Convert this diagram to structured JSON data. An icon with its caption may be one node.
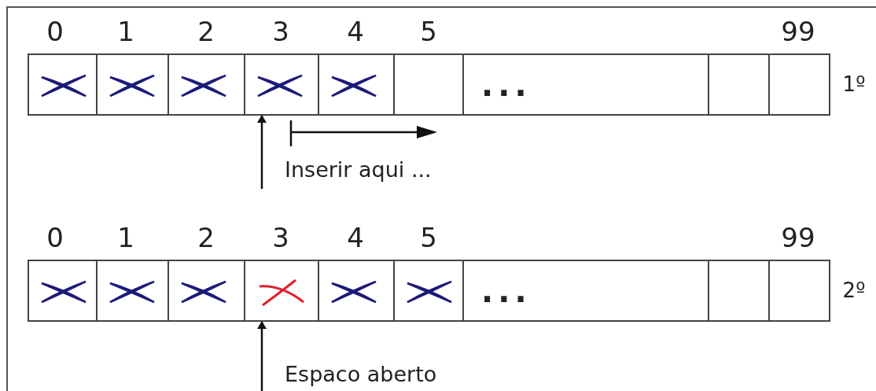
{
  "diagram": {
    "nodes": [
      {
        "text": [],
        "shape": "box"
      },
      {
        "text": [],
        "shape": "cross",
        "in": 0
      },
      {
        "text": [],
        "shape": "box"
      },
      {
        "text": [],
        "shape": "cross",
        "in": 2
      },
      {
        "text": [],
        "shape": "box"
      },
      {
        "text": [],
        "shape": "cross",
        "in": 4
      },
      {
        "text": [],
        "shape": "box"
      },
      {
        "text": [],
        "shape": "cross",
        "in": 6
      },
      {
        "text": [],
        "shape": "box"
      },
      {
        "text": [],
        "shape": "cross",
        "in": 8
      },
      {
        "text": [],
        "shape": "box"
      },
      {
        "text": [
          "..."
        ]
      },
      {
        "text": [],
        "shape": "box"
      },
      {
        "text": [],
        "shape": "box"
      },
      {
        "text": [
          "Inserir aqui ..."
        ]
      },
      {
        "text": [],
        "shape": "box"
      },
      {
        "text": [],
        "shape": "cross",
        "in": 15
      },
      {
        "text": [],
        "shape": "box"
      },
      {
        "text": [],
        "shape": "cross",
        "in": 17
      },
      {
        "text": [],
        "shape": "box"
      },
      {
        "text": [],
        "shape": "cross",
        "in": 19
      },
      {
        "text": [],
        "shape": "box"
      },
      {
        "text": [],
        "shape": "cross",
        "in": 21
      },
      {
        "text": [],
        "shape": "box"
      },
      {
        "text": [],
        "shape": "cross",
        "in": 23
      },
      {
        "text": [],
        "shape": "box"
      },
      {
        "text": [],
        "shape": "cross",
        "in": 25
      },
      {
        "text": [
          "..."
        ]
      },
      {
        "text": [],
        "shape": "box"
      },
      {
        "text": [],
        "shape": "box"
      },
      {
        "text": [
          "Espaco aberto"
        ]
      }
    ],
    "edges": [
      {
        "from": 14,
        "to": 6,
        "arrow": "to"
      },
      {
        "from": 30,
        "to": 21,
        "arrow": "to"
      }
    ],
    "labels": [
      "0",
      "1",
      "2",
      "3",
      "4",
      "5",
      "99",
      "1º",
      "0",
      "1",
      "2",
      "3",
      "4",
      "5",
      "99",
      "2º"
    ]
  }
}
